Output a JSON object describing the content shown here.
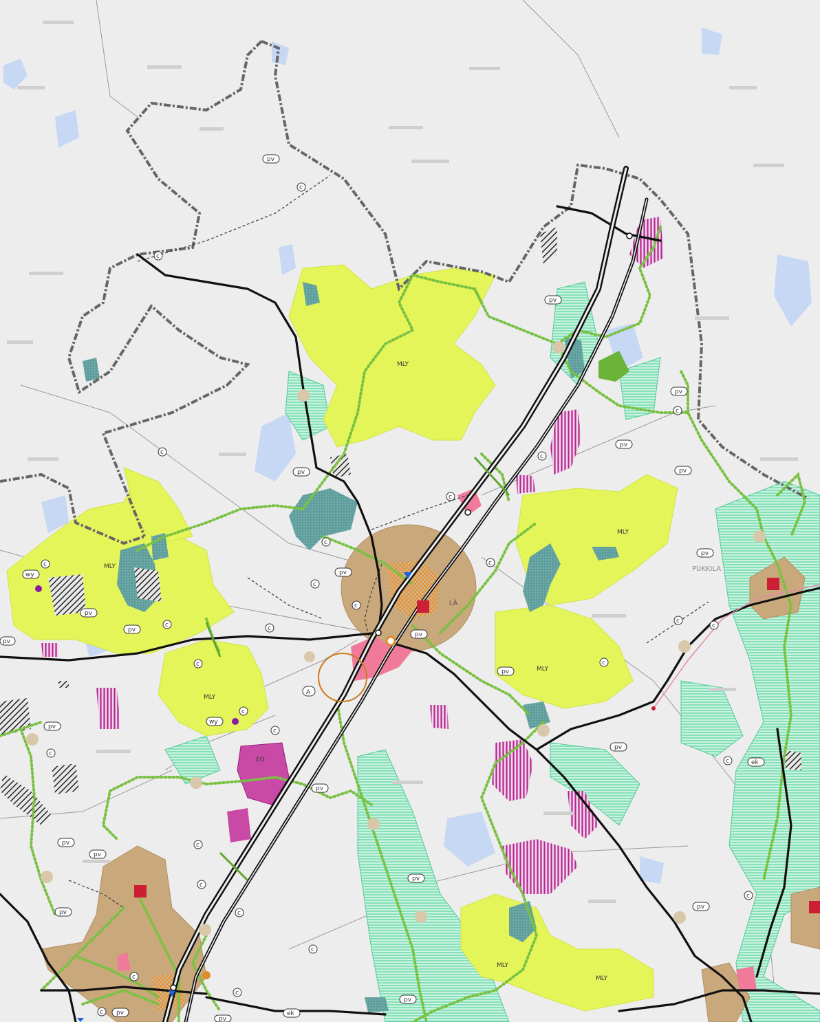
{
  "map": {
    "labels": {
      "mly": "MLY",
      "pukkila": "PUKKILA",
      "eo": "EO",
      "pv": "pv",
      "c": "c",
      "a": "A",
      "wy": "wy",
      "la": "LÄ",
      "ek": "ek"
    },
    "colors": {
      "background": "#ededed",
      "agriculture_area": "#e4f55a",
      "urban_area": "#c9a87c",
      "center_red": "#cc1f35",
      "protected_teal": "#5f9e9c",
      "magenta": "#b2258f",
      "pink_zone": "#f07a9a",
      "green_route": "#7ac143",
      "water": "#c7d8f5",
      "mint": "#8fe3c0",
      "road": "#111111"
    }
  }
}
